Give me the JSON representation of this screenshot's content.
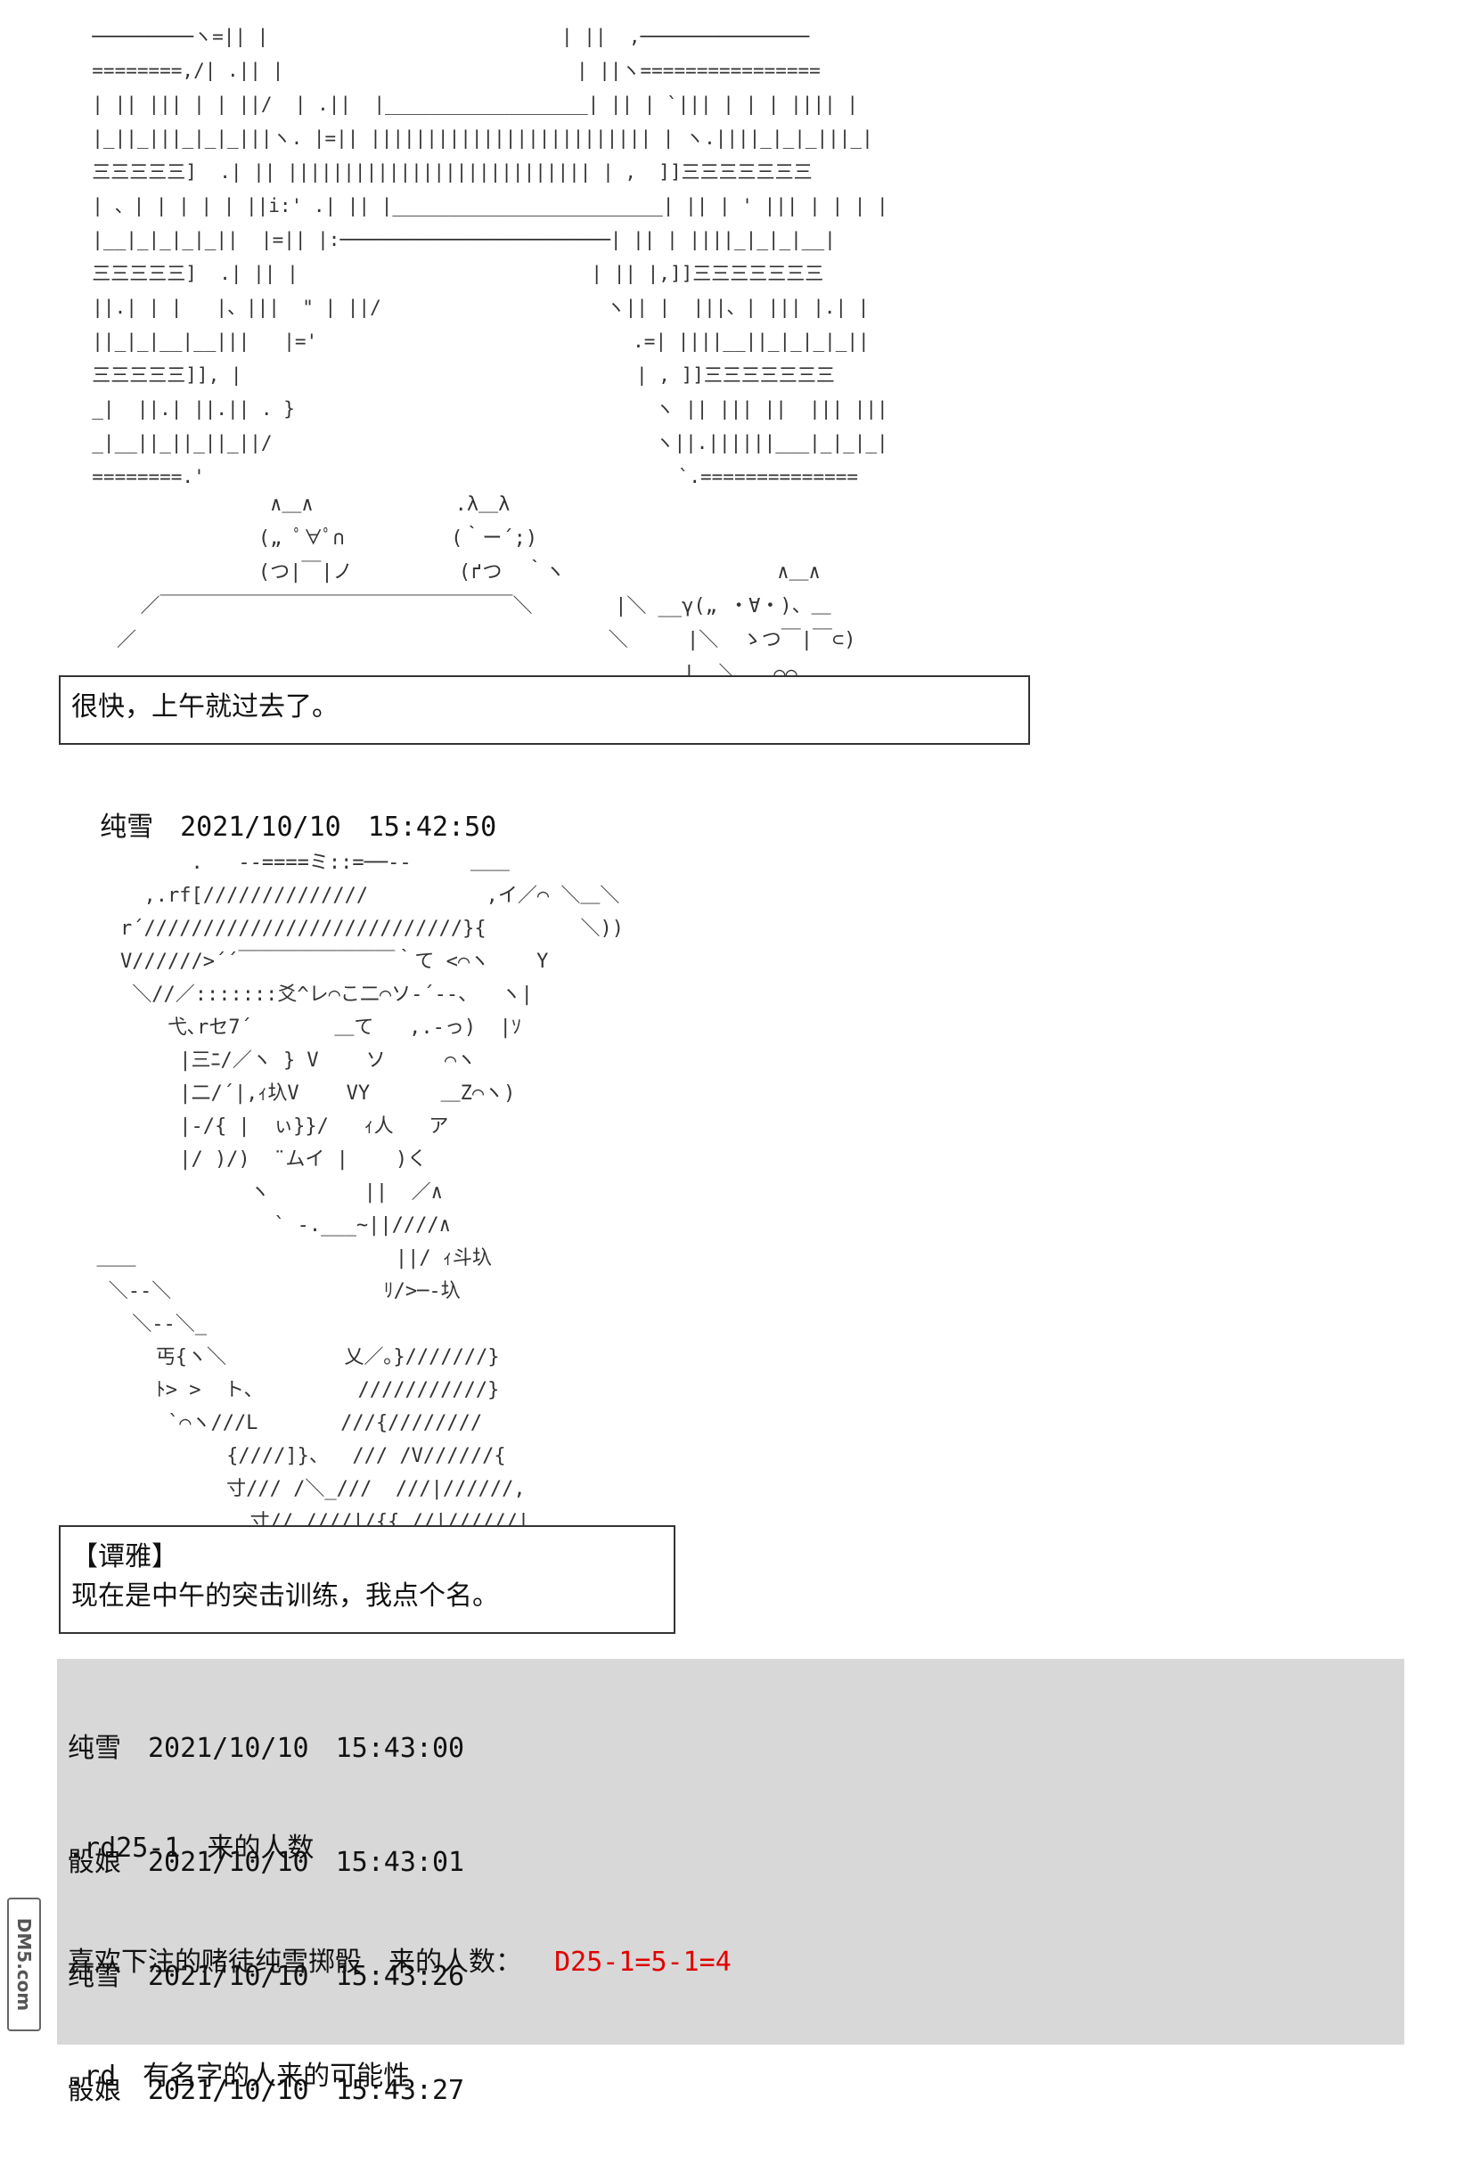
{
  "scene1": {
    "art": "  ─────────ヽ=|| |                          | ||  ,───────────────\n  ========,/| .|| |                          | ||ヽ================\n  | || ||| | | ||/  | .||  |__________________| || | `||| | | | |||| |\n  |_||_|||_|_|_|||ヽ. |=|| ||||||||||||||||||||||||| | ヽ.||||_|_|_|||_|\n  三三三三三]  .| || ||||||||||||||||||||||||||| | ,  ]]三三三三三三三\n  | 、| | | | | ||i:' .| || |________________________| || | ' ||| | | | |\n  |__|_|_|_|_||  |=|| |:────────────────────────| || | ||||_|_|_|__|\n  三三三三三]  .| || |                          | || |,]]三三三三三三三\n  ||.| | |   |、|||  \" | ||/                    ヽ|| |  |||、| ||| |.| |\n  ||_|_|__|__|||   |='                            .=| ||||__||_|_|_|_||\n  三三三三三]], |                                   | , ]]三三三三三三三\n  _|  ||.| ||.|| . }                                ヽ || ||| ||  ||| |||\n  _|__||_||_||_||/                                  ヽ||.||||||___|_|_|_|\n  ========.'                                          `.==============",
    "art2": "                 ∧＿∧            .λ＿λ\n                („ ﾟ∀ﾟ∩         (｀ー´;)\n                (つ|￣|ノ         (ґつ  ｀ヽ                  ∧＿∧\n      ／￣￣￣￣￣￣￣￣￣￣￣￣￣￣￣￣￣￣＼       |＼ __γ(„ ・∀・)、＿\n    ／                                        ＼     |＼  ゝつ￣|￣⊂)\n                                                    |  ＼   ⌒⌒",
    "caption": "很快，上午就过去了。"
  },
  "post1": {
    "author": "纯雪",
    "datetime": "2021/10/10　15:42:50"
  },
  "scene2": {
    "art": "          .   --====ミ::=──‐-     ＿＿\n      ,.rf[//////////////          ,イ／⌒ ＼＿＼\n    r´///////////////////////////}{        ＼))\n    V//////>´´￣￣￣￣￣￣￣￣｀て <⌒ヽ    Y\n     ＼//／:::::::爻^レ⌒こ二⌒ソ-´‐-、  ヽ|\n        弋､rセ7´       ＿て   ,.-っ)  |ｿ\n         |三ﾆ/／ヽ } V    ソ     ⌒ヽ\n         |二/´|,ｨ圦V    VY      ＿Z⌒ヽ)\n         |-/{ |  ぃ}}/   ｨ人   ア\n         |/ )/)  ¨ムイ |    )く\n               ヽ        ||  ／∧\n                 ` -.___~||////∧\n  ＿＿                      ||/ ｨ斗圦\n   ＼--＼                  ﾘ/>─-圦\n     ＼--＼_               \n       丐{ヽ＼          乂／｡}///////}\n       ﾄ> >  ト、        ///////////}\n        `⌒ヽ///L       ///{////////\n             {////]}、  /// /V//////{\n             寸/// /＼_///  ///|//////,\n               寸// ////|/{{ //|//////|",
    "heading": "【谭雅】",
    "caption": "现在是中午的突击训练，我点个名。"
  },
  "log": [
    {
      "header": "纯雪　2021/10/10　15:43:00",
      "body": ".rd25-1　来的人数",
      "result": ""
    },
    {
      "header": "骰娘　2021/10/10　15:43:01",
      "body": "喜欢下注的赌徒纯雪掷骰　来的人数：",
      "result": "D25-1=5-1=4"
    },
    {
      "header": "纯雪　2021/10/10　15:43:26",
      "body": ".rd　有名字的人来的可能性",
      "result": ""
    },
    {
      "header": "骰娘　2021/10/10　15:43:27",
      "body": "",
      "result": ""
    }
  ],
  "watermark": "DM5.com"
}
